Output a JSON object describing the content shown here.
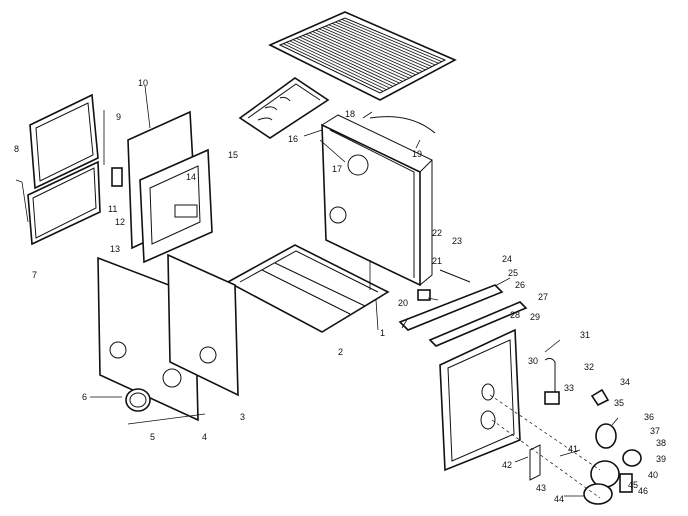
{
  "diagram": {
    "callouts": [
      "1",
      "2",
      "3",
      "4",
      "5",
      "6",
      "7",
      "8",
      "9",
      "10",
      "11",
      "12",
      "13",
      "14",
      "15",
      "16",
      "17",
      "18",
      "19",
      "20",
      "21",
      "22",
      "23",
      "24",
      "25",
      "26",
      "27",
      "28",
      "29",
      "30",
      "31",
      "32",
      "33",
      "34",
      "35",
      "36",
      "37",
      "38",
      "39",
      "40",
      "41",
      "42",
      "43",
      "44",
      "45",
      "46"
    ]
  }
}
